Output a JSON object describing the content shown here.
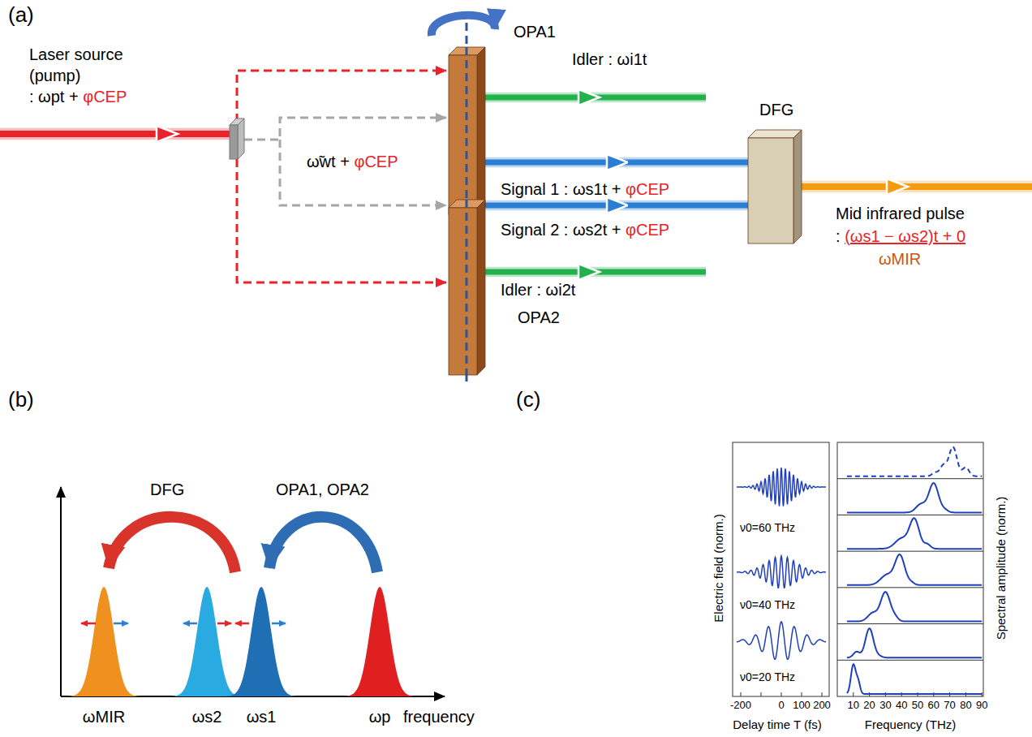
{
  "diagram": {
    "nodes": [
      {
        "text": [
          "OPA1"
        ]
      },
      {
        "text": [
          "DFG"
        ]
      },
      {
        "text": [
          "OPA2"
        ]
      }
    ],
    "edges": [
      {
        "from": 0,
        "to": 1,
        "arrow": "to"
      },
      {
        "from": 2,
        "to": 1,
        "arrow": "to"
      }
    ],
    "labels": [
      "(a)",
      "Laser source",
      "(pump)",
      ": ωpt + ",
      "φCEP",
      "ω̃wt + ",
      "φCEP",
      "Idler : ωi1t",
      "Signal 1 : ωs1t + ",
      "φCEP",
      "Signal 2 : ωs2t + ",
      "φCEP",
      "Idler : ωi2t",
      "Mid infrared pulse",
      ": ",
      "(ωs1 − ωs2)t + 0",
      "ωMIR",
      "(b)",
      "DFG",
      "OPA1, OPA2",
      "ωMIR",
      "ωs2",
      "ωs1",
      "ωp",
      "frequency",
      "(c)",
      "Electric field (norm.)",
      "Spectral amplitude (norm.)",
      "ν0=60 THz",
      "ν0=40 THz",
      "ν0=20 THz",
      "-200",
      "0",
      "100",
      "200",
      "10",
      "20",
      "30",
      "40",
      "50",
      "60",
      "70",
      "80",
      "90",
      "Delay time T (fs)",
      "Frequency (THz)"
    ]
  }
}
